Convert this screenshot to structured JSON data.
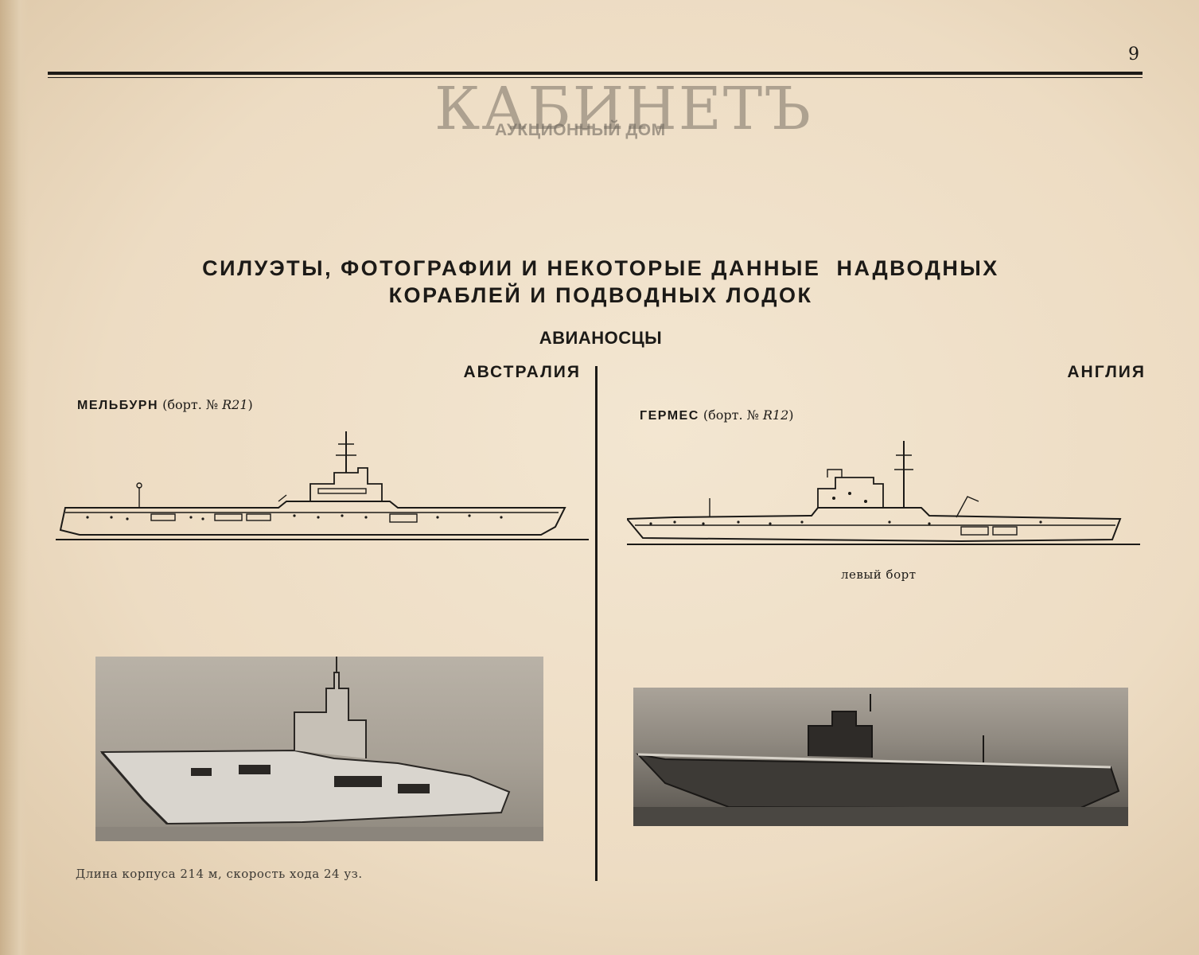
{
  "page": {
    "number": "9",
    "watermark": {
      "main": "КАБИНЕТЪ",
      "sub": "АУКЦИОННЫЙ ДОМ"
    },
    "title_line1": "СИЛУЭТЫ, ФОТОГРАФИИ И НЕКОТОРЫЕ ДАННЫЕ  НАДВОДНЫХ",
    "title_line2": "КОРАБЛЕЙ И ПОДВОДНЫХ ЛОДОК",
    "section": "АВИАНОСЦЫ"
  },
  "left": {
    "country": "АВСТРАЛИЯ",
    "ship_name": "МЕЛЬБУРН",
    "hull_prefix": "(борт. №",
    "hull_number": "R21",
    "hull_suffix": ")",
    "specs": "Длина корпуса 214 м, скорость хода 24 уз."
  },
  "right": {
    "country": "АНГЛИЯ",
    "ship_name": "ГЕРМЕС",
    "hull_prefix": "(борт. №",
    "hull_number": "R12",
    "hull_suffix": ")",
    "side_caption": "левый борт"
  },
  "icons": {
    "silhouette_left": "carrier-silhouette-icon",
    "silhouette_right": "carrier-silhouette-icon",
    "photo_left": "carrier-photo",
    "photo_right": "carrier-photo"
  }
}
